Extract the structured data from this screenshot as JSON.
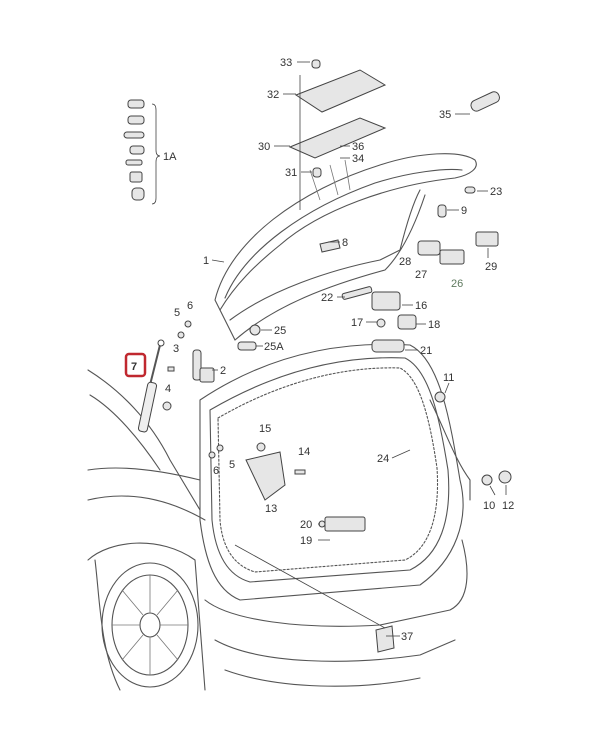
{
  "diagram": {
    "highlight_color": "#c0282f",
    "sub_label_color": "#5f7a5f",
    "labels": {
      "p1": "1",
      "p1A": "1A",
      "p2": "2",
      "p3": "3",
      "p4": "4",
      "p5a": "5",
      "p5b": "5",
      "p6a": "6",
      "p6b": "6",
      "p7": "7",
      "p8": "8",
      "p9": "9",
      "p10": "10",
      "p11": "11",
      "p12": "12",
      "p13": "13",
      "p14": "14",
      "p15": "15",
      "p16": "16",
      "p17": "17",
      "p18": "18",
      "p19": "19",
      "p20": "20",
      "p21": "21",
      "p22": "22",
      "p23": "23",
      "p24": "24",
      "p25": "25",
      "p25A": "25A",
      "p26": "26",
      "p27": "27",
      "p28": "28",
      "p29": "29",
      "p30": "30",
      "p31": "31",
      "p32": "32",
      "p33": "33",
      "p34": "34",
      "p35": "35",
      "p36": "36",
      "p37": "37"
    }
  }
}
